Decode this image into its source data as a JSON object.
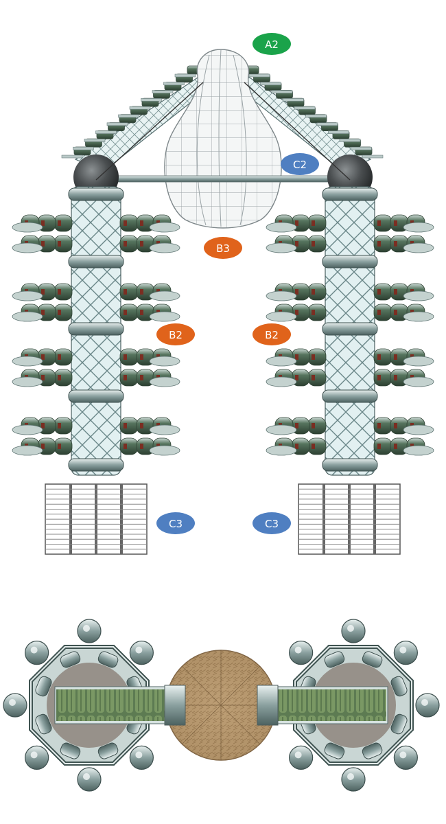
{
  "labels": [
    {
      "id": "a2",
      "text": "A2",
      "color": "#1aa34a"
    },
    {
      "id": "c2",
      "text": "C2",
      "color": "#4f7fc1"
    },
    {
      "id": "b3",
      "text": "B3",
      "color": "#e0631b"
    },
    {
      "id": "b2-left",
      "text": "B2",
      "color": "#e0631b"
    },
    {
      "id": "b2-right",
      "text": "B2",
      "color": "#e0631b"
    },
    {
      "id": "c3-left",
      "text": "C3",
      "color": "#4f7fc1"
    },
    {
      "id": "c3-right",
      "text": "C3",
      "color": "#4f7fc1"
    }
  ],
  "colors": {
    "glass": "#dfeff0",
    "lattice": "#6d8a8c",
    "pod": "#3f5a47",
    "metal": "#9fb3b3",
    "sphere": "#3a3d3f",
    "core_disc": "#b89870",
    "panel": "#e8e8e8"
  }
}
